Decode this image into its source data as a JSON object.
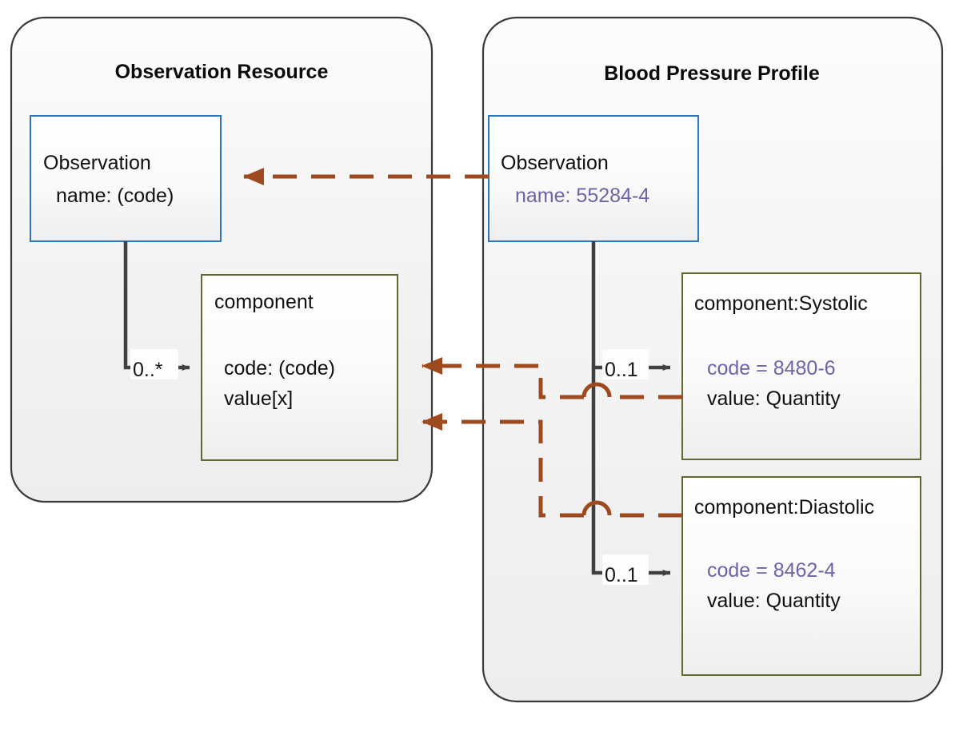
{
  "diagram": {
    "title_left": "Observation Resource",
    "title_right": "Blood Pressure Profile",
    "colors": {
      "package_border": "#3b3b3b",
      "resource_box_border": "#2e75b6",
      "component_box_border": "#5e6b2f",
      "trace_arrow": "#9e4a1e",
      "composition_line": "#404040",
      "accent_text": "#7062a8"
    }
  },
  "left_package": {
    "name": "Observation Resource",
    "observation_box": {
      "title": "Observation",
      "attributes": [
        {
          "text": "name: (code)",
          "style": "plain"
        }
      ]
    },
    "component_box": {
      "title": "component",
      "attributes": [
        {
          "text": "code: (code)",
          "style": "plain"
        },
        {
          "text": "value[x]",
          "style": "plain"
        }
      ]
    },
    "multiplicity": "0..*"
  },
  "right_package": {
    "name": "Blood Pressure Profile",
    "observation_box": {
      "title": "Observation",
      "attributes": [
        {
          "text": "name: 55284-4",
          "style": "accent"
        }
      ]
    },
    "systolic_box": {
      "title": "component:Systolic",
      "attributes": [
        {
          "text": "code = 8480-6",
          "style": "accent"
        },
        {
          "text": "value: Quantity",
          "style": "plain"
        }
      ],
      "multiplicity": "0..1"
    },
    "diastolic_box": {
      "title": "component:Diastolic",
      "attributes": [
        {
          "text": "code = 8462-4",
          "style": "accent"
        },
        {
          "text": "value: Quantity",
          "style": "plain"
        }
      ],
      "multiplicity": "0..1"
    }
  },
  "relations": [
    {
      "from": "right.observation",
      "to": "left.observation",
      "kind": "trace-dashed-arrow"
    },
    {
      "from": "right.systolic",
      "to": "left.component",
      "kind": "trace-dashed-arrow"
    },
    {
      "from": "right.diastolic",
      "to": "left.component",
      "kind": "trace-dashed-arrow"
    }
  ]
}
